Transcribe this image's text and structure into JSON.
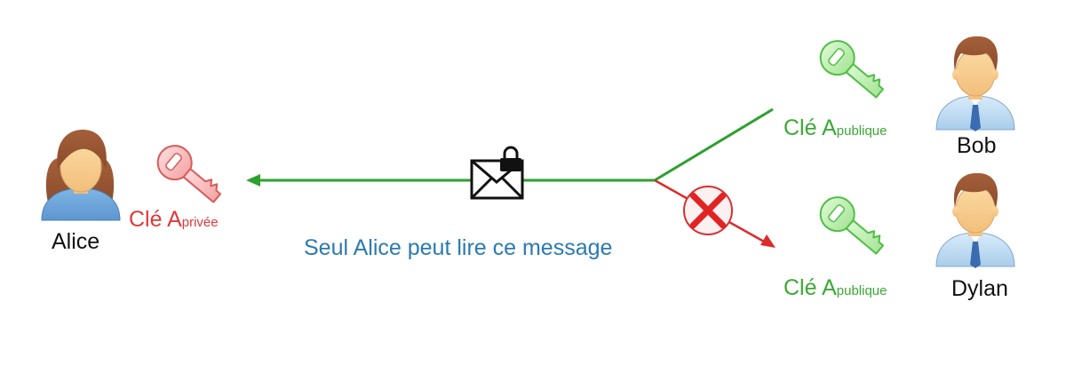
{
  "colors": {
    "private_key": "#e0393a",
    "public_key": "#3aa935",
    "arrow_green": "#2ea02e",
    "arrow_red": "#dd2a2a",
    "message": "#2a7ab0"
  },
  "icons": {
    "alice": "woman-avatar-icon",
    "bob": "man-avatar-icon",
    "dylan": "man-avatar-icon",
    "private_key": "key-icon",
    "public_key": "key-icon",
    "message": "locked-envelope-icon",
    "blocked": "red-x-icon"
  },
  "alice": {
    "name": "Alice",
    "key_main": "Clé A",
    "key_sub": "privée"
  },
  "bob": {
    "name": "Bob",
    "key_main": "Clé A",
    "key_sub": "publique"
  },
  "dylan": {
    "name": "Dylan",
    "key_main": "Clé A",
    "key_sub": "publique"
  },
  "message": {
    "caption": "Seul Alice peut lire ce message"
  }
}
